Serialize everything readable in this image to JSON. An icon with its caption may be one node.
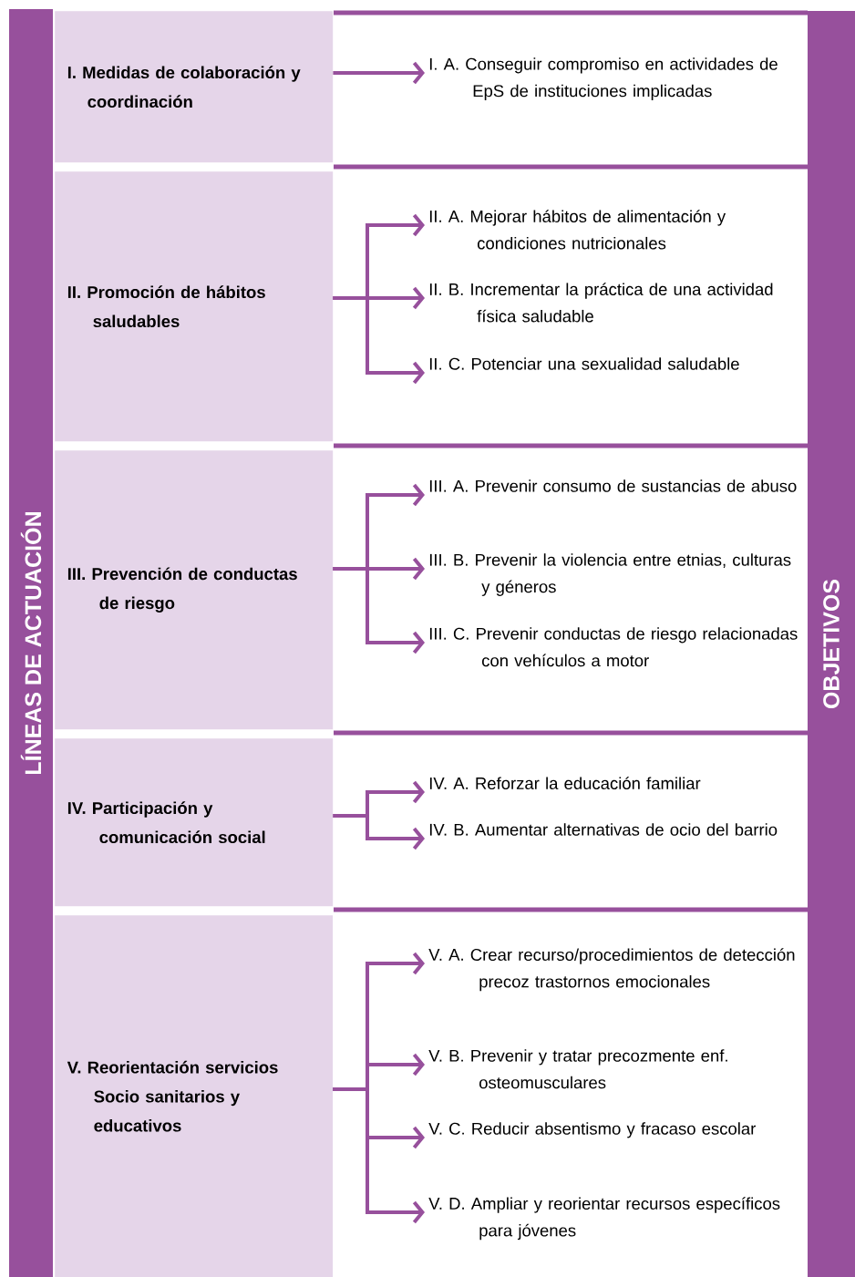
{
  "diagram": {
    "nodes": [
      {
        "text": [
          "LÍNEAS DE ACTUACIÓN"
        ]
      },
      {
        "text": [
          "I. Medidas de colaboración y coordinación"
        ]
      },
      {
        "text": [
          "I. A. Conseguir compromiso en actividades de EpS de instituciones implicadas"
        ]
      },
      {
        "text": [
          "II. Promoción de hábitos saludables"
        ]
      },
      {
        "text": [
          "II. A. Mejorar hábitos de alimentación y condiciones nutricionales"
        ]
      },
      {
        "text": [
          "II. B. Incrementar la práctica de una actividad física saludable"
        ]
      },
      {
        "text": [
          "II. C. Potenciar una sexualidad saludable"
        ]
      },
      {
        "text": [
          "III. Prevención de conductas de riesgo"
        ]
      },
      {
        "text": [
          "III. A. Prevenir consumo de sustancias de abuso"
        ]
      },
      {
        "text": [
          "III. B. Prevenir la violencia entre etnias, culturas y géneros"
        ]
      },
      {
        "text": [
          "III. C. Prevenir conductas de riesgo relacionadas con vehículos a motor"
        ]
      },
      {
        "text": [
          "IV. Participación y comunicación social"
        ]
      },
      {
        "text": [
          "IV. A. Reforzar la educación familiar"
        ]
      },
      {
        "text": [
          "IV. B. Aumentar alternativas de ocio del barrio"
        ]
      },
      {
        "text": [
          "V. Reorientación servicios Socio sanitarios y educativos"
        ]
      },
      {
        "text": [
          "V. A. Crear recurso/procedimientos de detección precoz trastornos emocionales"
        ]
      },
      {
        "text": [
          "V. B. Prevenir y tratar precozmente enf. osteomusculares"
        ]
      },
      {
        "text": [
          "V. C. Reducir absentismo y fracaso escolar"
        ]
      },
      {
        "text": [
          "V. D. Ampliar y reorientar recursos específicos para jóvenes"
        ]
      },
      {
        "text": [
          "OBJETIVOS"
        ]
      }
    ],
    "edges": [
      {
        "from": 1,
        "to": 2,
        "arrow": "to"
      },
      {
        "from": 3,
        "to": 4,
        "arrow": "to"
      },
      {
        "from": 3,
        "to": 5,
        "arrow": "to"
      },
      {
        "from": 3,
        "to": 6,
        "arrow": "to"
      },
      {
        "from": 7,
        "to": 8,
        "arrow": "to"
      },
      {
        "from": 7,
        "to": 9,
        "arrow": "to"
      },
      {
        "from": 7,
        "to": 10,
        "arrow": "to"
      },
      {
        "from": 11,
        "to": 12,
        "arrow": "to"
      },
      {
        "from": 11,
        "to": 13,
        "arrow": "to"
      },
      {
        "from": 14,
        "to": 15,
        "arrow": "to"
      },
      {
        "from": 14,
        "to": 16,
        "arrow": "to"
      },
      {
        "from": 14,
        "to": 17,
        "arrow": "to"
      },
      {
        "from": 14,
        "to": 18,
        "arrow": "to"
      }
    ]
  }
}
